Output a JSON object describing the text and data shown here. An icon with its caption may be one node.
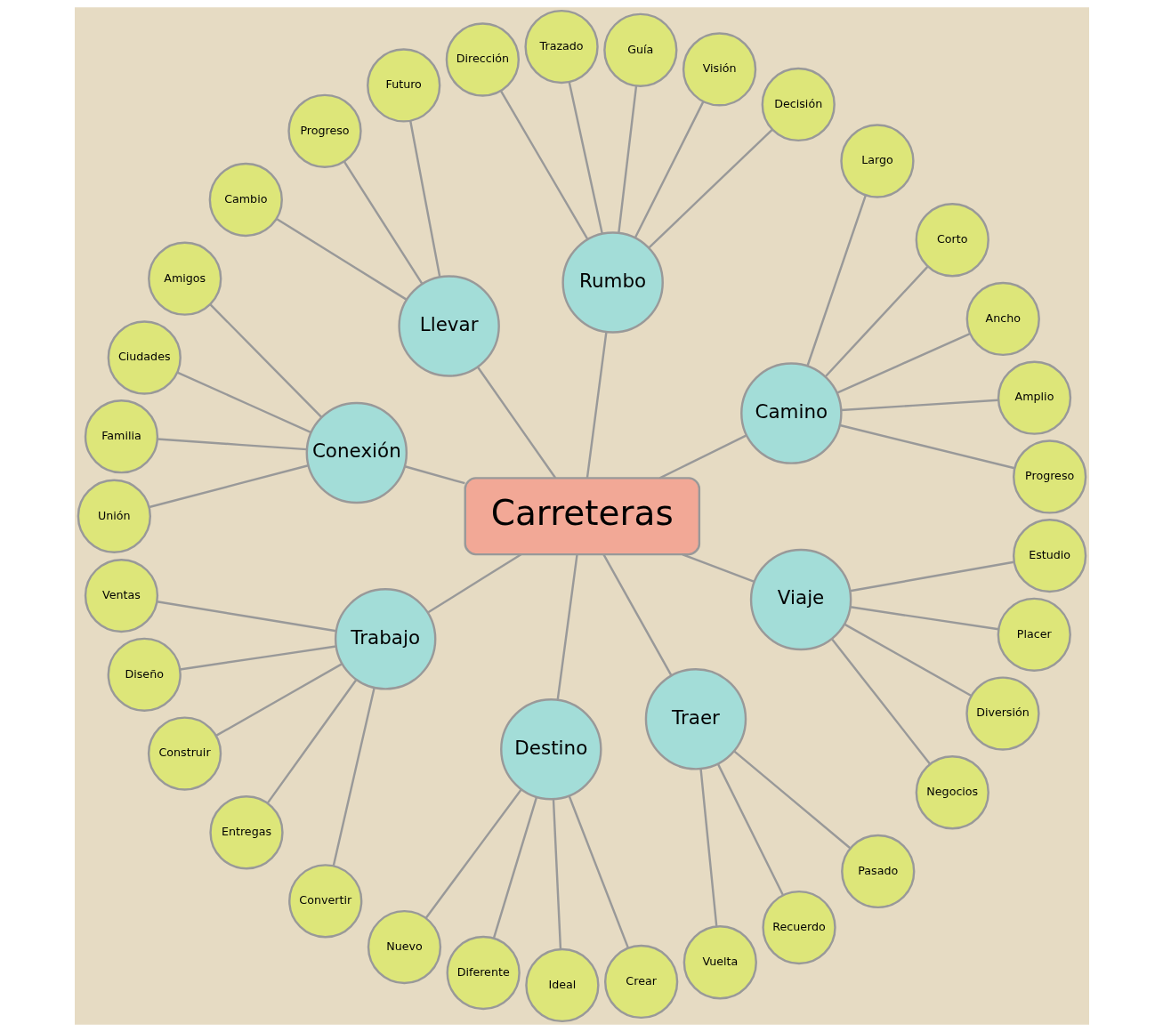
{
  "diagram": {
    "nodes": [
      {
        "text": [
          "Carreteras"
        ]
      },
      {
        "text": [
          "Camino"
        ]
      },
      {
        "text": [
          "Progreso"
        ]
      },
      {
        "text": [
          "Amplio"
        ]
      },
      {
        "text": [
          "Ancho"
        ]
      },
      {
        "text": [
          "Corto"
        ]
      },
      {
        "text": [
          "Largo"
        ]
      },
      {
        "text": [
          "Rumbo"
        ]
      },
      {
        "text": [
          "Decisión"
        ]
      },
      {
        "text": [
          "Visión"
        ]
      },
      {
        "text": [
          "Guía"
        ]
      },
      {
        "text": [
          "Trazado"
        ]
      },
      {
        "text": [
          "Dirección"
        ]
      },
      {
        "text": [
          "Llevar"
        ]
      },
      {
        "text": [
          "Futuro"
        ]
      },
      {
        "text": [
          "Progreso"
        ]
      },
      {
        "text": [
          "Cambio"
        ]
      },
      {
        "text": [
          "Conexión"
        ]
      },
      {
        "text": [
          "Amigos"
        ]
      },
      {
        "text": [
          "Ciudades"
        ]
      },
      {
        "text": [
          "Familia"
        ]
      },
      {
        "text": [
          "Unión"
        ]
      },
      {
        "text": [
          "Trabajo"
        ]
      },
      {
        "text": [
          "Ventas"
        ]
      },
      {
        "text": [
          "Diseño"
        ]
      },
      {
        "text": [
          "Construir"
        ]
      },
      {
        "text": [
          "Entregas"
        ]
      },
      {
        "text": [
          "Convertir"
        ]
      },
      {
        "text": [
          "Destino"
        ]
      },
      {
        "text": [
          "Nuevo"
        ]
      },
      {
        "text": [
          "Diferente"
        ]
      },
      {
        "text": [
          "Ideal"
        ]
      },
      {
        "text": [
          "Crear"
        ]
      },
      {
        "text": [
          "Traer"
        ]
      },
      {
        "text": [
          "Vuelta"
        ]
      },
      {
        "text": [
          "Recuerdo"
        ]
      },
      {
        "text": [
          "Pasado"
        ]
      },
      {
        "text": [
          "Viaje"
        ]
      },
      {
        "text": [
          "Negocios"
        ]
      },
      {
        "text": [
          "Diversión"
        ]
      },
      {
        "text": [
          "Placer"
        ]
      },
      {
        "text": [
          "Estudio"
        ]
      }
    ],
    "edges": [
      {
        "from": 0,
        "to": 1,
        "arrow": "none"
      },
      {
        "from": 0,
        "to": 7,
        "arrow": "none"
      },
      {
        "from": 0,
        "to": 13,
        "arrow": "none"
      },
      {
        "from": 0,
        "to": 17,
        "arrow": "none"
      },
      {
        "from": 0,
        "to": 22,
        "arrow": "none"
      },
      {
        "from": 0,
        "to": 28,
        "arrow": "none"
      },
      {
        "from": 0,
        "to": 33,
        "arrow": "none"
      },
      {
        "from": 0,
        "to": 37,
        "arrow": "none"
      },
      {
        "from": 1,
        "to": 2,
        "arrow": "none"
      },
      {
        "from": 1,
        "to": 3,
        "arrow": "none"
      },
      {
        "from": 1,
        "to": 4,
        "arrow": "none"
      },
      {
        "from": 1,
        "to": 5,
        "arrow": "none"
      },
      {
        "from": 1,
        "to": 6,
        "arrow": "none"
      },
      {
        "from": 7,
        "to": 8,
        "arrow": "none"
      },
      {
        "from": 7,
        "to": 9,
        "arrow": "none"
      },
      {
        "from": 7,
        "to": 10,
        "arrow": "none"
      },
      {
        "from": 7,
        "to": 11,
        "arrow": "none"
      },
      {
        "from": 7,
        "to": 12,
        "arrow": "none"
      },
      {
        "from": 13,
        "to": 14,
        "arrow": "none"
      },
      {
        "from": 13,
        "to": 15,
        "arrow": "none"
      },
      {
        "from": 13,
        "to": 16,
        "arrow": "none"
      },
      {
        "from": 17,
        "to": 18,
        "arrow": "none"
      },
      {
        "from": 17,
        "to": 19,
        "arrow": "none"
      },
      {
        "from": 17,
        "to": 20,
        "arrow": "none"
      },
      {
        "from": 17,
        "to": 21,
        "arrow": "none"
      },
      {
        "from": 22,
        "to": 23,
        "arrow": "none"
      },
      {
        "from": 22,
        "to": 24,
        "arrow": "none"
      },
      {
        "from": 22,
        "to": 25,
        "arrow": "none"
      },
      {
        "from": 22,
        "to": 26,
        "arrow": "none"
      },
      {
        "from": 22,
        "to": 27,
        "arrow": "none"
      },
      {
        "from": 28,
        "to": 29,
        "arrow": "none"
      },
      {
        "from": 28,
        "to": 30,
        "arrow": "none"
      },
      {
        "from": 28,
        "to": 31,
        "arrow": "none"
      },
      {
        "from": 28,
        "to": 32,
        "arrow": "none"
      },
      {
        "from": 33,
        "to": 34,
        "arrow": "none"
      },
      {
        "from": 33,
        "to": 35,
        "arrow": "none"
      },
      {
        "from": 33,
        "to": 36,
        "arrow": "none"
      },
      {
        "from": 37,
        "to": 38,
        "arrow": "none"
      },
      {
        "from": 37,
        "to": 39,
        "arrow": "none"
      },
      {
        "from": 37,
        "to": 40,
        "arrow": "none"
      },
      {
        "from": 37,
        "to": 41,
        "arrow": "none"
      }
    ]
  }
}
